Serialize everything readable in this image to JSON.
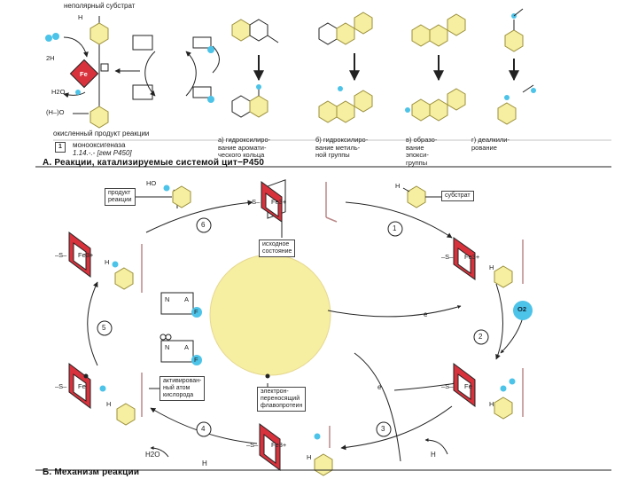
{
  "section_a": {
    "substrate_label": "неполярный субстрат",
    "h_atom": "H",
    "two_h": "2H",
    "fe": "Fe",
    "water": "H2O",
    "oh_group": "(H–)O",
    "oxidized_product_label": "окисленный продукт реакции",
    "enzyme_number": "1",
    "enzyme_name": "монооксигеназа",
    "enzyme_ec": "1.14.-.-  [гем P450]",
    "title": "А. Реакции, катализируемые системой цит−Р450",
    "reactions": [
      {
        "label": "а) гидроксилиро-\nвание аромати-\nческого кольца"
      },
      {
        "label": "б) гидроксилиро-\nвание метиль-\nной группы"
      },
      {
        "label": "в) образо-\nвание\nэпокси-\nгруппы"
      },
      {
        "label": "г) деалкили-\nрование"
      }
    ]
  },
  "section_b": {
    "title": "Б. Механизм реакции",
    "product_box": "продукт\nреакции",
    "substrate_box": "субстрат",
    "initial_state_box": "исходное\nсостояние",
    "activated_oxygen_box": "активирован-\nный атом\nкислорода",
    "flavoprotein_box": "электрон-\nпереносящий\nфлавопротеин",
    "fe3": "Fe3+",
    "fe_lbl": "Fe",
    "o2": "O2",
    "electron": "e",
    "h_plus": "H",
    "h2o": "H2O",
    "ho": "HO",
    "s_dash": "–S–",
    "h": "H",
    "fad_n": "N",
    "fad_a": "A",
    "fad_f": "F",
    "steps": [
      "1",
      "2",
      "3",
      "4",
      "5",
      "6"
    ]
  },
  "colors": {
    "yellow": "#f6eea0",
    "yellow_stroke": "#9a8f3a",
    "heme_red": "#d8323c",
    "cyan": "#4cc3e8",
    "arrow": "#222222"
  }
}
